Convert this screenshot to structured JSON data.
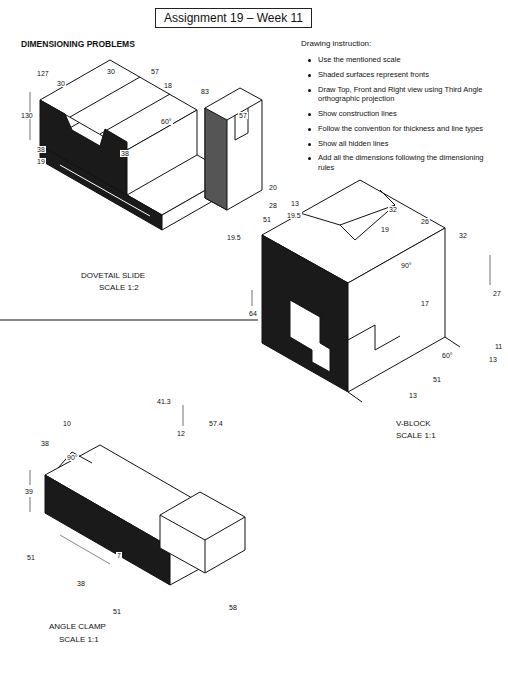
{
  "diagram": {
    "title": "Assignment 19 – Week 11",
    "labels": [
      "DIMENSIONING PROBLEMS",
      "Drawing instruction:",
      "Use the mentioned scale",
      "Shaded surfaces represent fronts",
      "Draw Top, Front and Right view using Third Angle orthographic projection",
      "Show construction lines",
      "Follow the convention for thickness and line types",
      "Show all hidden lines",
      "Add all the dimensions following the dimensioning rules",
      "127",
      "30",
      "30",
      "57",
      "18",
      "83",
      "60°",
      "57",
      "130",
      "38",
      "38",
      "19",
      "20",
      "28",
      "19.5",
      "19.5",
      "DOVETAIL SLIDE",
      "SCALE 1:2",
      "13",
      "51",
      "32",
      "26",
      "32",
      "19",
      "90°",
      "27",
      "64",
      "17",
      "11",
      "60°",
      "13",
      "51",
      "13",
      "V-BLOCK",
      "SCALE 1:1",
      "10",
      "38",
      "90°",
      "41.3",
      "12",
      "57.4",
      "39",
      "51",
      "38",
      "7",
      "51",
      "58",
      "ANGLE CLAMP",
      "SCALE 1:1"
    ]
  }
}
